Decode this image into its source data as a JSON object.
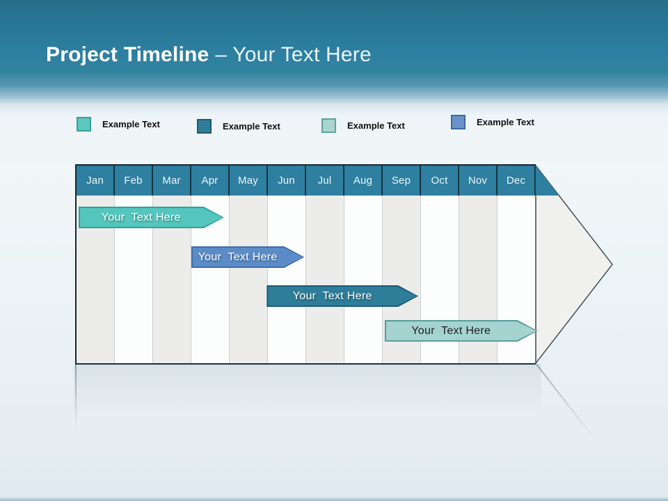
{
  "slide": {
    "title_main": "Project Timeline",
    "title_sub": "– Your Text Here"
  },
  "legend": {
    "items": [
      {
        "label": "Example Text",
        "color": "#5cc8c0",
        "border": "#36a09a"
      },
      {
        "label": "Example Text",
        "color": "#2f7d99",
        "border": "#1c5a72"
      },
      {
        "label": "Example Text",
        "color": "#a9d4d0",
        "border": "#5da39e"
      },
      {
        "label": "Example Text",
        "color": "#6a93cc",
        "border": "#3f67a0"
      }
    ]
  },
  "chart_data": {
    "type": "bar",
    "chart_kind": "gantt-timeline",
    "title": "Project Timeline – Your Text Here",
    "categories": [
      "Jan",
      "Feb",
      "Mar",
      "Apr",
      "May",
      "Jun",
      "Jul",
      "Aug",
      "Sep",
      "Oct",
      "Nov",
      "Dec"
    ],
    "header_color": "#2f7fa0",
    "grid": "alternating-column-stripes",
    "bars": [
      {
        "label": "Your  Text Here",
        "row": 0,
        "start_month": 0.05,
        "end_month": 3.85,
        "color": "#54c6bd",
        "border": "#2fa29a",
        "text_color": "#ffffff"
      },
      {
        "label": "Your  Text Here",
        "row": 1,
        "start_month": 3.0,
        "end_month": 5.95,
        "color": "#5b8cc8",
        "border": "#3e6cab",
        "text_color": "#ffffff"
      },
      {
        "label": "Your  Text Here",
        "row": 2,
        "start_month": 4.97,
        "end_month": 8.93,
        "color": "#2e7d99",
        "border": "#1d5b75",
        "text_color": "#ffffff"
      },
      {
        "label": "Your  Text Here",
        "row": 3,
        "start_month": 8.05,
        "end_month": 12.05,
        "color": "#a5d3d0",
        "border": "#569d99",
        "text_color": "#1c1c1c"
      }
    ]
  }
}
